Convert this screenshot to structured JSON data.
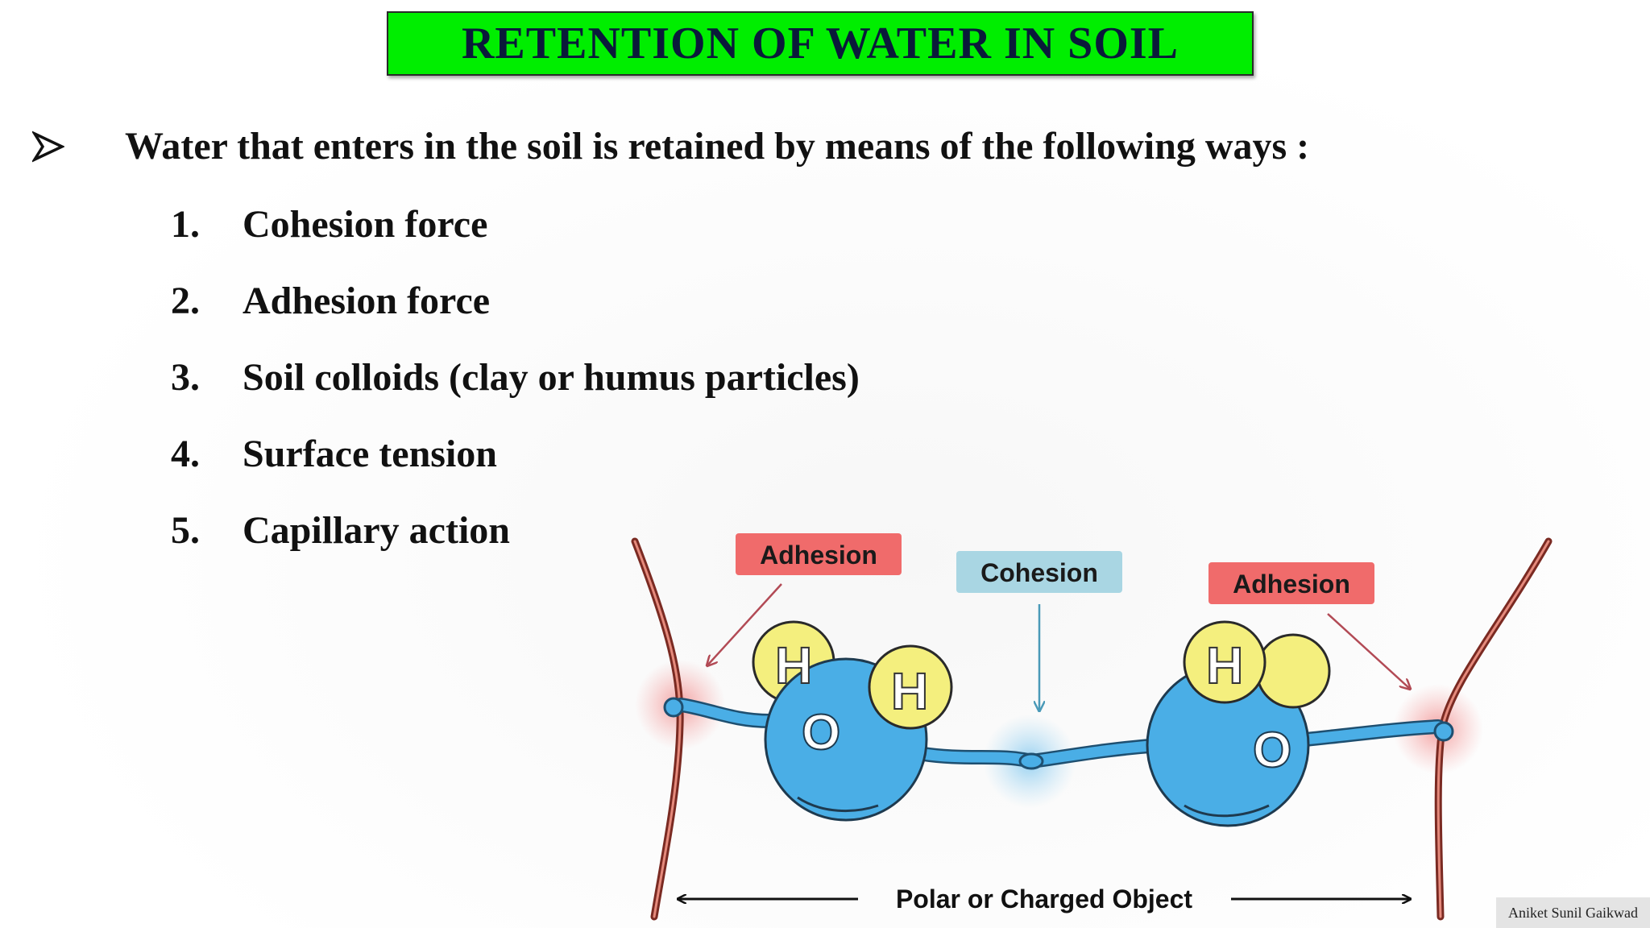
{
  "slide": {
    "title": "RETENTION OF WATER IN SOIL",
    "intro": "Water that enters in the soil is retained by means of the following ways :",
    "items": [
      {
        "num": "1.",
        "text": "Cohesion force"
      },
      {
        "num": "2.",
        "text": "Adhesion force"
      },
      {
        "num": "3.",
        "text": "Soil colloids (clay or humus particles)"
      },
      {
        "num": "4.",
        "text": "Surface tension"
      },
      {
        "num": "5.",
        "text": "Capillary action"
      }
    ],
    "credit": "Aniket Sunil Gaikwad"
  },
  "diagram": {
    "label_adhesion_left": "Adhesion",
    "label_cohesion": "Cohesion",
    "label_adhesion_right": "Adhesion",
    "label_bottom": "Polar or Charged Object",
    "atom_h": "H",
    "atom_o": "O",
    "colors": {
      "title_bg": "#00ee00",
      "adhesion_tag": "#f06b6b",
      "cohesion_tag": "#a9d6e3",
      "oxygen": "#4aaee6",
      "hydrogen": "#f4ef7e",
      "wall": "#7a2a22"
    }
  }
}
